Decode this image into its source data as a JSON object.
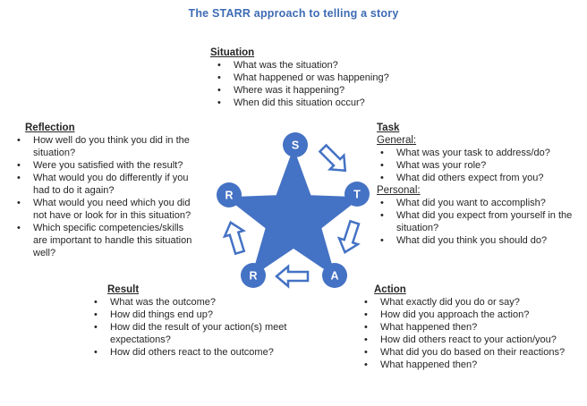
{
  "title": "The STARR approach to telling a story",
  "colors": {
    "title-color": "#3D6BB5",
    "shape-blue": "#4472C4",
    "arrow-fill": "#FFFFFF",
    "node-letter": "#FFFFFF",
    "body-text": "#262626"
  },
  "star": {
    "nodes": [
      {
        "letter": "S"
      },
      {
        "letter": "T"
      },
      {
        "letter": "A"
      },
      {
        "letter": "R"
      },
      {
        "letter": "R"
      }
    ]
  },
  "sections": {
    "situation": {
      "heading": "Situation",
      "bullets": [
        "What was the situation?",
        "What happened or was happening?",
        "Where was it happening?",
        "When did this situation occur?"
      ]
    },
    "task": {
      "heading": "Task",
      "subsections": [
        {
          "label": "General:",
          "bullets": [
            "What was your task to address/do?",
            "What was your role?",
            "What did others expect from you?"
          ]
        },
        {
          "label": "Personal:",
          "bullets": [
            "What did you want to accomplish?",
            "What did you expect from yourself in the\nsituation?",
            "What did you think you should do?"
          ]
        }
      ]
    },
    "action": {
      "heading": "Action",
      "bullets": [
        "What exactly did you do or say?",
        "How did you approach the action?",
        "What happened then?",
        "How did others react to your action/you?",
        "What did you do based on their reactions?",
        "What happened then?"
      ]
    },
    "result": {
      "heading": "Result",
      "bullets": [
        "What was the outcome?",
        "How did things end up?",
        "How did the result of your action(s) meet\nexpectations?",
        "How did others react to the outcome?"
      ]
    },
    "reflection": {
      "heading": "Reflection",
      "bullets": [
        "How well do you think you did in the\nsituation?",
        "Were you satisfied with the result?",
        "What would you do differently if you\nhad to do it again?",
        "What would you need which you did\nnot have or look for in this situation?",
        "Which specific competencies/skills\nare important to handle this situation\nwell?"
      ]
    }
  }
}
